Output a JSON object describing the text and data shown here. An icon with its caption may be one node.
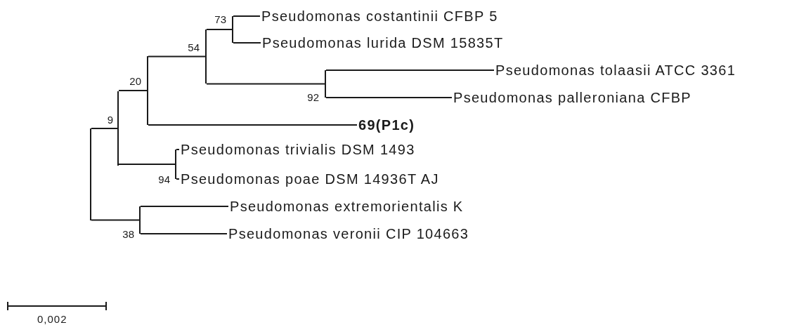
{
  "diagram": {
    "nodes": [
      {
        "text": [],
        "shape": "bar"
      },
      {
        "text": [],
        "shape": "bar",
        "beside": [
          "9"
        ]
      },
      {
        "text": [],
        "shape": "bar",
        "beside": [
          "20"
        ]
      },
      {
        "text": [],
        "shape": "bar",
        "beside": [
          "54"
        ]
      },
      {
        "text": [],
        "shape": "bar",
        "beside": [
          "73"
        ]
      },
      {
        "text": [
          "Pseudomonas costantinii CFBP 5"
        ]
      },
      {
        "text": [
          "Pseudomonas lurida DSM 15835T"
        ]
      },
      {
        "text": [],
        "shape": "bar",
        "beside": [
          "92"
        ]
      },
      {
        "text": [
          "Pseudomonas tolaasii ATCC 3361"
        ]
      },
      {
        "text": [
          "Pseudomonas palleroniana CFBP"
        ]
      },
      {
        "text": [
          "69(P1c)"
        ]
      },
      {
        "text": [],
        "shape": "bar",
        "beside": [
          "94"
        ]
      },
      {
        "text": [
          "Pseudomonas trivialis DSM 1493"
        ]
      },
      {
        "text": [
          "Pseudomonas poae DSM 14936T AJ"
        ]
      },
      {
        "text": [],
        "shape": "bar",
        "beside": [
          "38"
        ]
      },
      {
        "text": [
          "Pseudomonas extremorientalis K"
        ]
      },
      {
        "text": [
          "Pseudomonas veronii CIP 104663"
        ]
      }
    ],
    "edges": [
      {
        "from": 0,
        "to": 1,
        "arrow": "none"
      },
      {
        "from": 1,
        "to": 2,
        "arrow": "none"
      },
      {
        "from": 2,
        "to": 3,
        "arrow": "none"
      },
      {
        "from": 3,
        "to": 4,
        "arrow": "none"
      },
      {
        "from": 4,
        "to": 5,
        "arrow": "none"
      },
      {
        "from": 4,
        "to": 6,
        "arrow": "none"
      },
      {
        "from": 3,
        "to": 7,
        "arrow": "none"
      },
      {
        "from": 7,
        "to": 8,
        "arrow": "none"
      },
      {
        "from": 7,
        "to": 9,
        "arrow": "none"
      },
      {
        "from": 2,
        "to": 10,
        "arrow": "none"
      },
      {
        "from": 1,
        "to": 11,
        "arrow": "none"
      },
      {
        "from": 11,
        "to": 12,
        "arrow": "none"
      },
      {
        "from": 11,
        "to": 13,
        "arrow": "none"
      },
      {
        "from": 0,
        "to": 14,
        "arrow": "none"
      },
      {
        "from": 14,
        "to": 15,
        "arrow": "none"
      },
      {
        "from": 14,
        "to": 16,
        "arrow": "none"
      }
    ],
    "labels": [
      "0,002"
    ]
  }
}
